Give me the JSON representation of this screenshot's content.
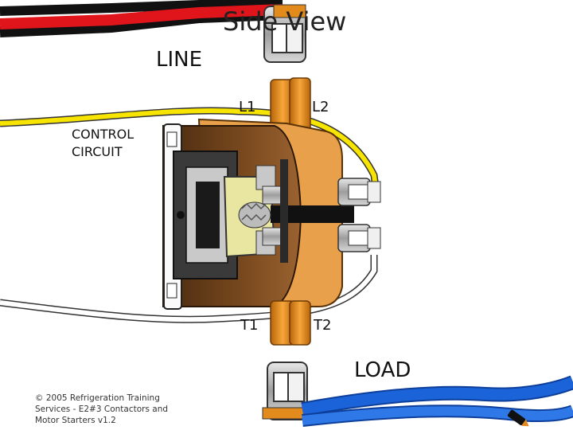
{
  "slide": {
    "title": "Side View",
    "copyright": "© 2005 Refrigeration Training Services - E2#3 Contactors and Motor Starters v1.2"
  },
  "labels": {
    "line": "LINE",
    "l1": "L1",
    "l2": "L2",
    "t1": "T1",
    "t2": "T2",
    "control_line1": "CONTROL",
    "control_line2": "CIRCUIT",
    "load": "LOAD"
  },
  "colors": {
    "line_wire_red": "#e0151b",
    "line_wire_black": "#111111",
    "control_wire_yellow": "#f7e400",
    "control_wire_white": "#ffffff",
    "load_wire_blue": "#1a63d8",
    "housing_orange": "#e8a14a",
    "housing_brown": "#7a4a1e",
    "coil_yellow": "#e9e6a2",
    "terminal_copper": "#e28a1c"
  },
  "icons": [
    "pen-cursor-icon"
  ]
}
